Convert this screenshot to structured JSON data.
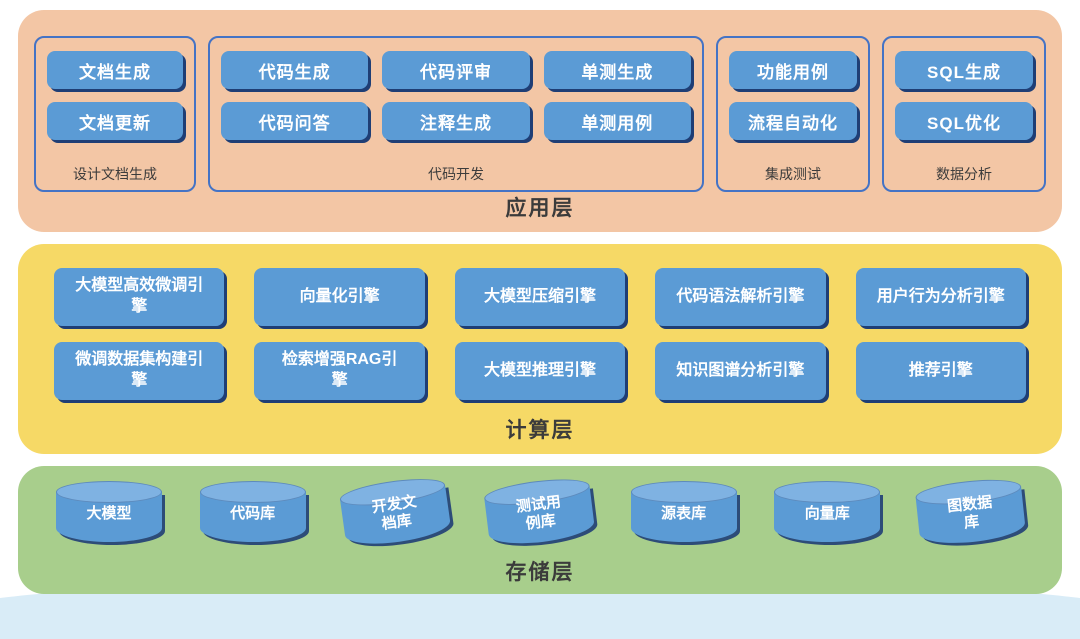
{
  "application": {
    "label": "应用层",
    "groups": [
      {
        "label": "设计文档生成",
        "items": [
          "文档生成",
          "文档更新"
        ]
      },
      {
        "label": "代码开发",
        "items": [
          "代码生成",
          "代码评审",
          "单测生成",
          "代码问答",
          "注释生成",
          "单测用例"
        ]
      },
      {
        "label": "集成测试",
        "items": [
          "功能用例",
          "流程自动化"
        ]
      },
      {
        "label": "数据分析",
        "items": [
          "SQL生成",
          "SQL优化"
        ]
      }
    ]
  },
  "compute": {
    "label": "计算层",
    "engines": [
      "大模型高效微调引擎",
      "向量化引擎",
      "大模型压缩引擎",
      "代码语法解析引擎",
      "用户行为分析引擎",
      "微调数据集构建引擎",
      "检索增强RAG引擎",
      "大模型推理引擎",
      "知识图谱分析引擎",
      "推荐引擎"
    ]
  },
  "storage": {
    "label": "存储层",
    "stores": [
      "大模型",
      "代码库",
      "开发文档库",
      "测试用例库",
      "源表库",
      "向量库",
      "图数据库"
    ]
  },
  "colors": {
    "application_bg": "#F3C6A5",
    "compute_bg": "#F6D966",
    "storage_bg": "#A8CE8C",
    "box_fill": "#5B9BD5",
    "box_shadow": "#1F3E75",
    "group_border": "#4473C5"
  }
}
